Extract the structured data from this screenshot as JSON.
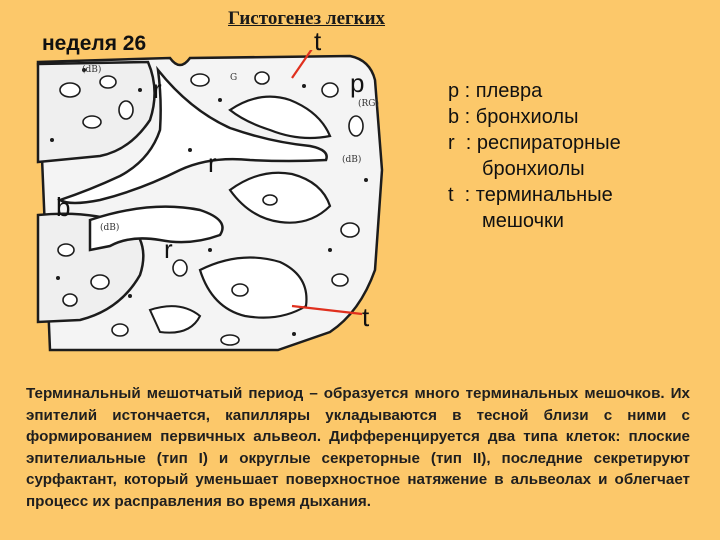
{
  "title": "Гистогенез легких",
  "week": "неделя 26",
  "figure": {
    "labels": {
      "p": "p",
      "t_top": "t",
      "t_bottom": "t",
      "b": "b",
      "r1": "r",
      "r2": "r",
      "r3": "r"
    },
    "handwritten": [
      "(dB)",
      "G",
      "(RG)",
      "(dB)",
      "(dB)"
    ],
    "colors": {
      "tissue": "#f4f4f4",
      "outline": "#1c1c1c",
      "pointer": "#e0301e"
    }
  },
  "legend": [
    {
      "key": "p",
      "sep": " : ",
      "text": "плевра",
      "cont": ""
    },
    {
      "key": "b",
      "sep": " : ",
      "text": "бронхиолы",
      "cont": ""
    },
    {
      "key": "r",
      "sep": "  : ",
      "text": "респираторные",
      "cont": "бронхиолы"
    },
    {
      "key": "t",
      "sep": "  : ",
      "text": "терминальные",
      "cont": "мешочки"
    }
  ],
  "paragraph": "Терминальный мешотчатый период – образуется много терминальных мешочков. Их эпителий истончается, капилляры укладываются в тесной близи с ними с формированием первичных альвеол. Дифференцируется два типа клеток: плоские эпителиальные (тип I) и округлые секреторные (тип II), последние секретируют сурфактант, который уменьшает поверхностное натяжение в альвеолах и облегчает процесс их расправления во время дыхания."
}
